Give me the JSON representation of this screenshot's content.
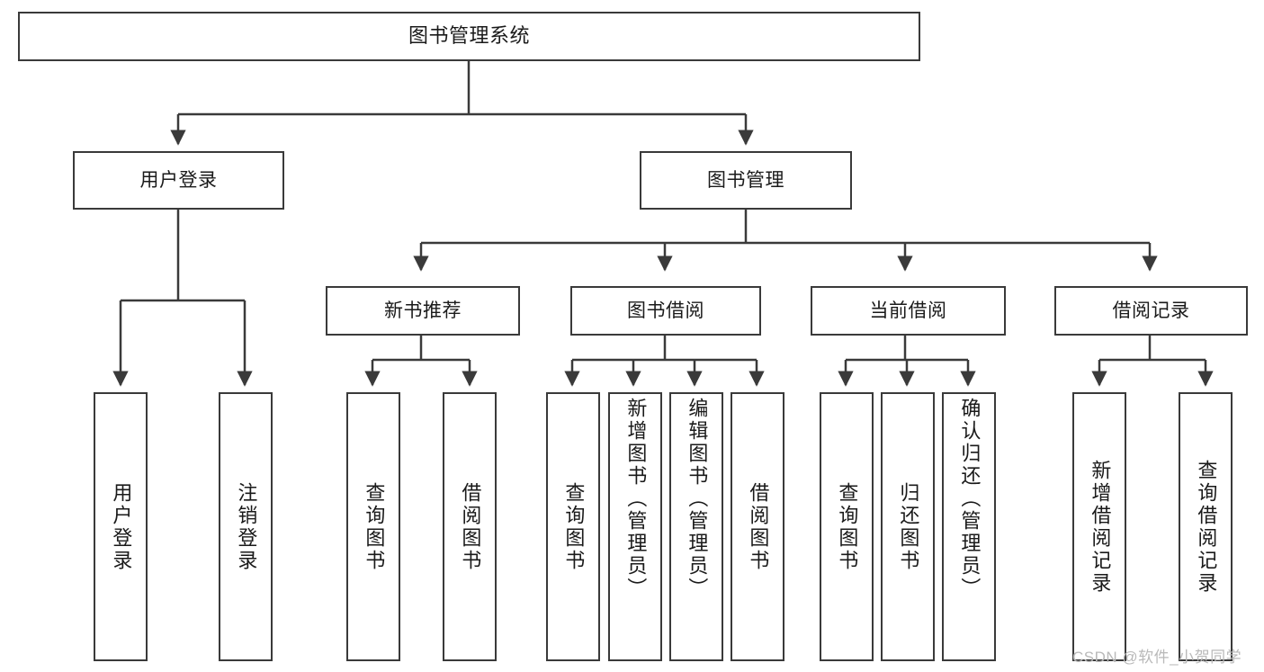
{
  "diagram": {
    "title": "图书管理系统",
    "type": "tree-hierarchy",
    "watermark": "CSDN @软件_小贺同学",
    "root": {
      "label": "图书管理系统"
    },
    "level2": [
      {
        "label": "用户登录"
      },
      {
        "label": "图书管理"
      }
    ],
    "level3": [
      {
        "label": "新书推荐"
      },
      {
        "label": "图书借阅"
      },
      {
        "label": "当前借阅"
      },
      {
        "label": "借阅记录"
      }
    ],
    "leaves": {
      "user_login": [
        {
          "label": "用户登录"
        },
        {
          "label": "注销登录"
        }
      ],
      "new_book_rec": [
        {
          "label": "查询图书"
        },
        {
          "label": "借阅图书"
        }
      ],
      "book_borrow": [
        {
          "label": "查询图书"
        },
        {
          "label": "新增图书（管理员）"
        },
        {
          "label": "编辑图书（管理员）"
        },
        {
          "label": "借阅图书"
        }
      ],
      "current_borrow": [
        {
          "label": "查询图书"
        },
        {
          "label": "归还图书"
        },
        {
          "label": "确认归还（管理员）"
        }
      ],
      "borrow_records": [
        {
          "label": "新增借阅记录"
        },
        {
          "label": "查询借阅记录"
        }
      ]
    },
    "colors": {
      "stroke": "#3a3a3a",
      "fill": "#ffffff",
      "text": "#1a1a1a",
      "watermark": "#b9b9b9"
    }
  }
}
